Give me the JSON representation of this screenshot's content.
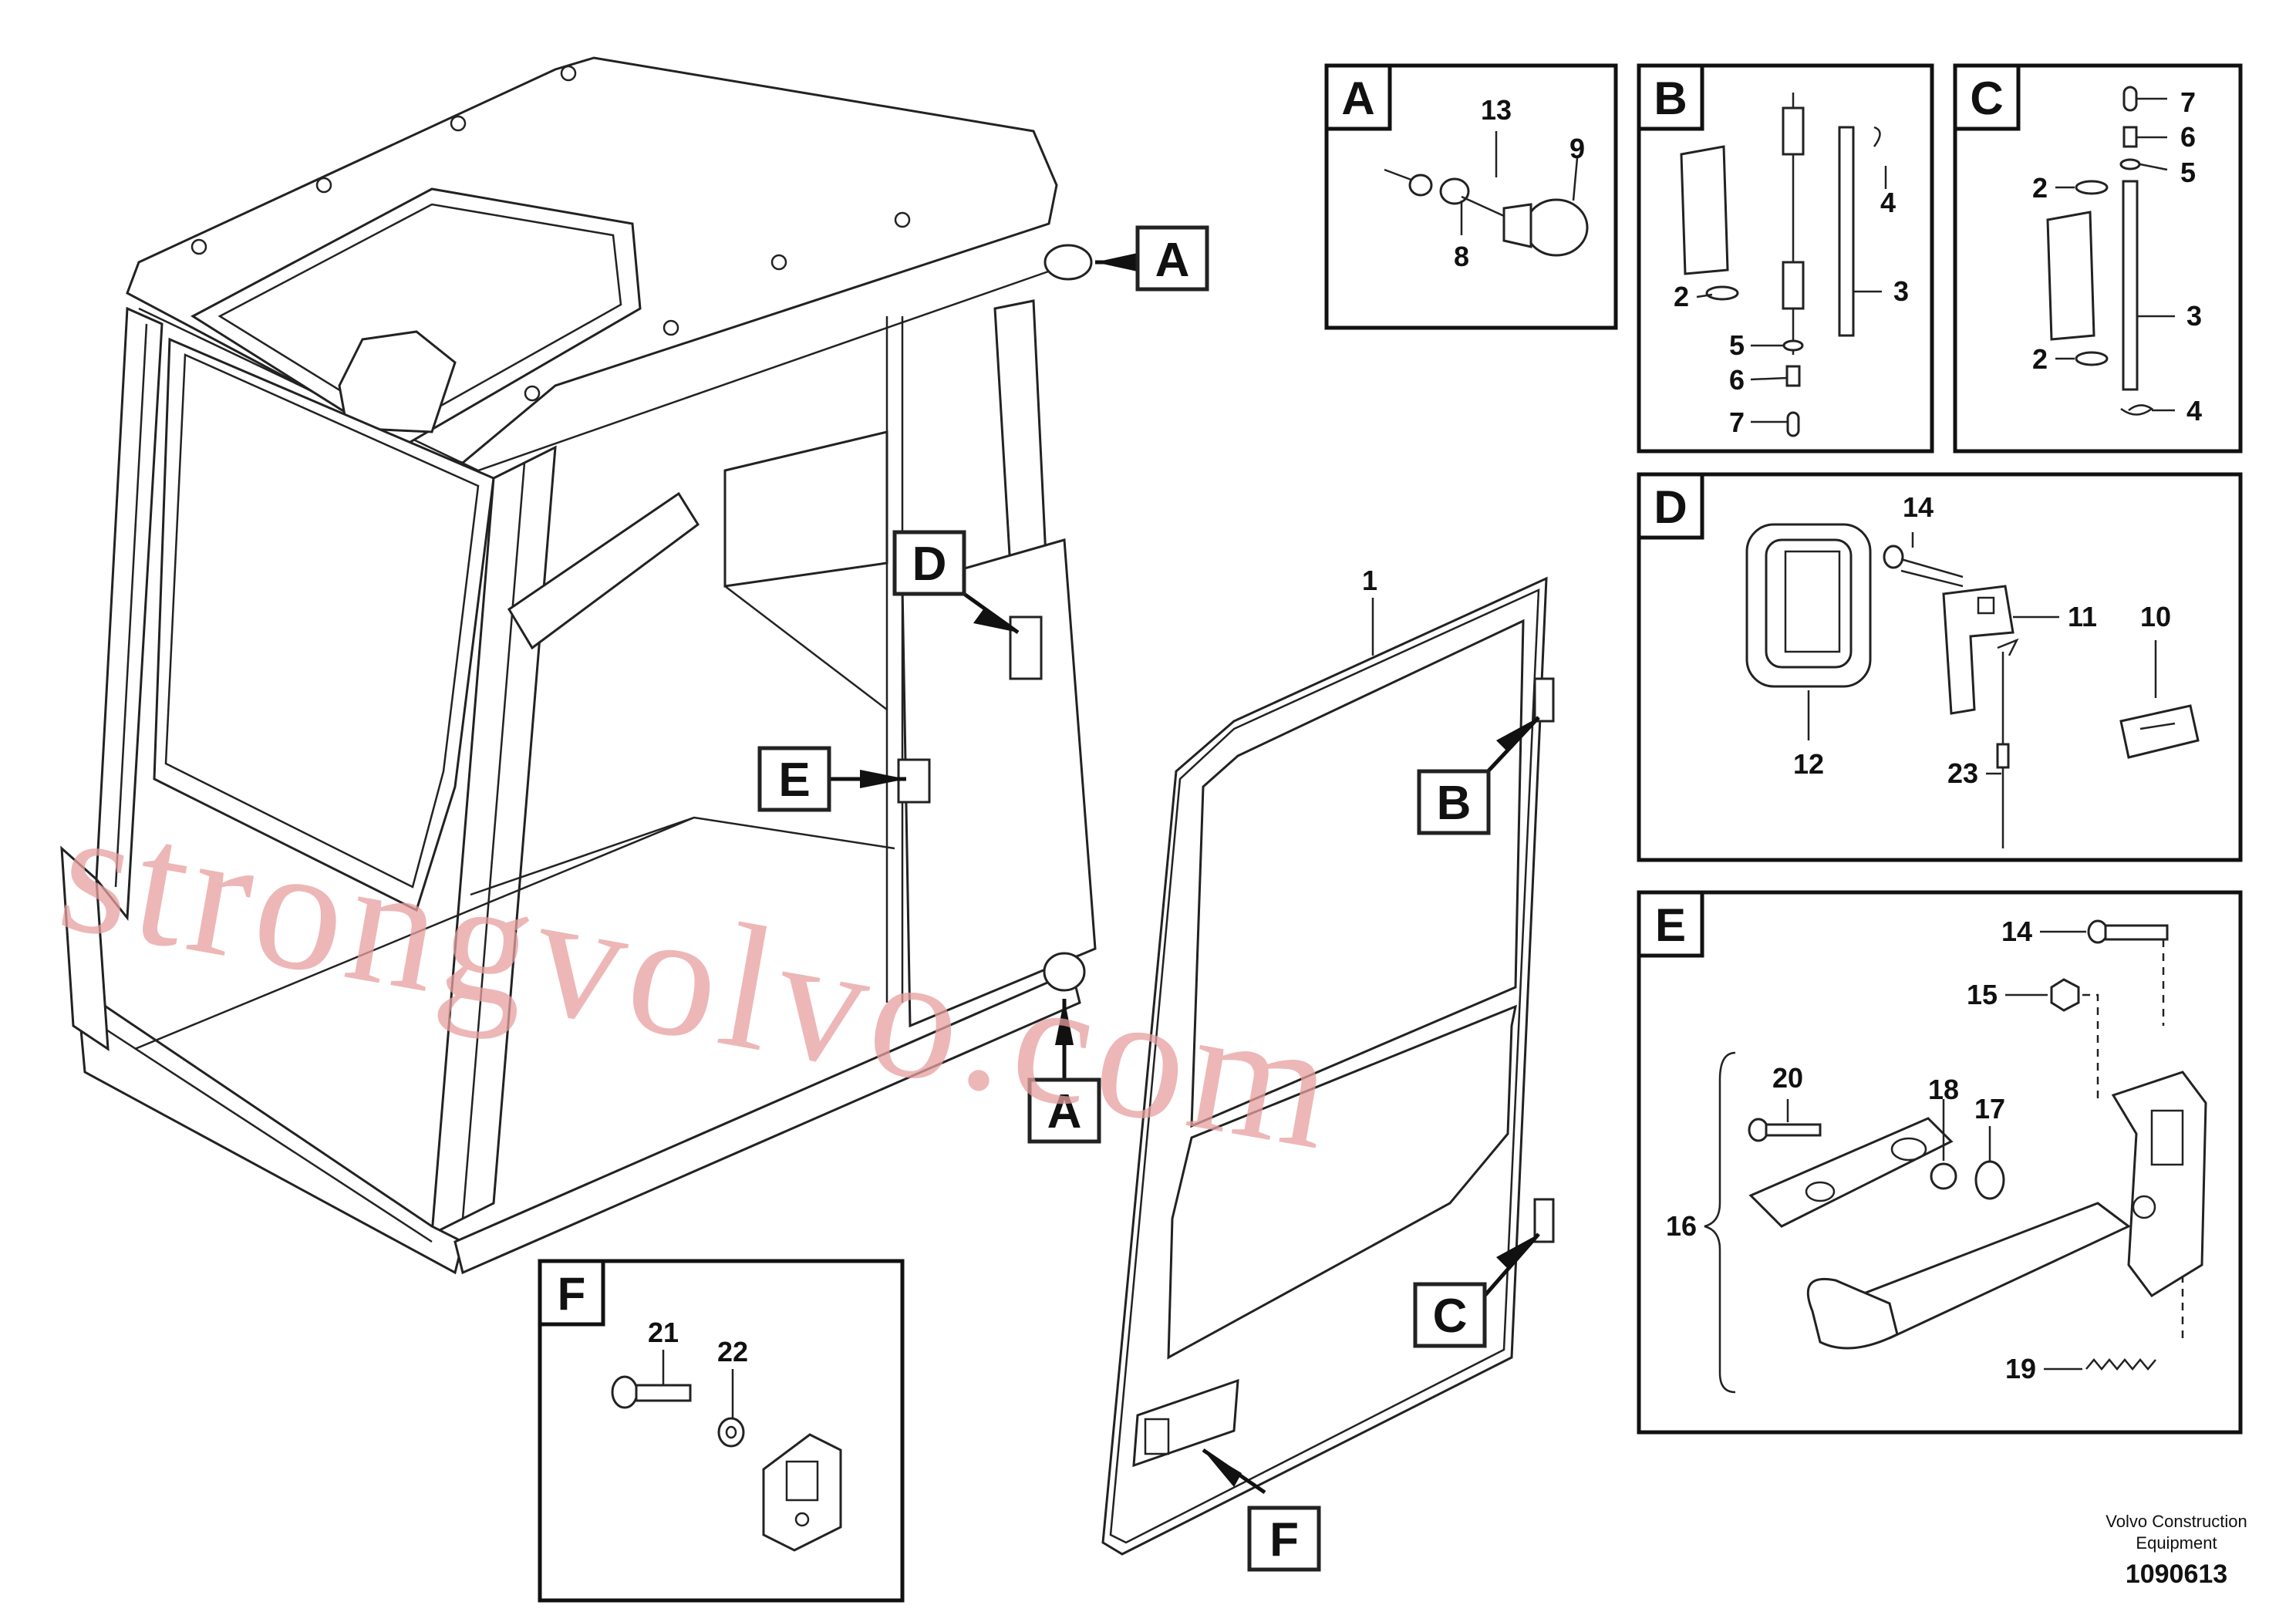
{
  "callouts": {
    "A_top": "A",
    "A_bottom": "A",
    "B": "B",
    "C": "C",
    "D": "D",
    "E": "E",
    "F": "F"
  },
  "main_label": "1",
  "panels": {
    "A": {
      "title": "A",
      "labels": [
        "13",
        "9",
        "8"
      ]
    },
    "B": {
      "title": "B",
      "labels": [
        "4",
        "3",
        "2",
        "5",
        "6",
        "7"
      ]
    },
    "C": {
      "title": "C",
      "labels": [
        "7",
        "6",
        "5",
        "2",
        "3",
        "2",
        "4"
      ]
    },
    "D": {
      "title": "D",
      "labels": [
        "14",
        "11",
        "10",
        "12",
        "23"
      ]
    },
    "E": {
      "title": "E",
      "labels": [
        "14",
        "15",
        "20",
        "18",
        "17",
        "16",
        "19"
      ]
    },
    "F": {
      "title": "F",
      "labels": [
        "21",
        "22"
      ]
    }
  },
  "watermark": "strongvolvo.com",
  "footer": {
    "brand_line1": "Volvo Construction",
    "brand_line2": "Equipment",
    "doc_number": "1090613"
  }
}
